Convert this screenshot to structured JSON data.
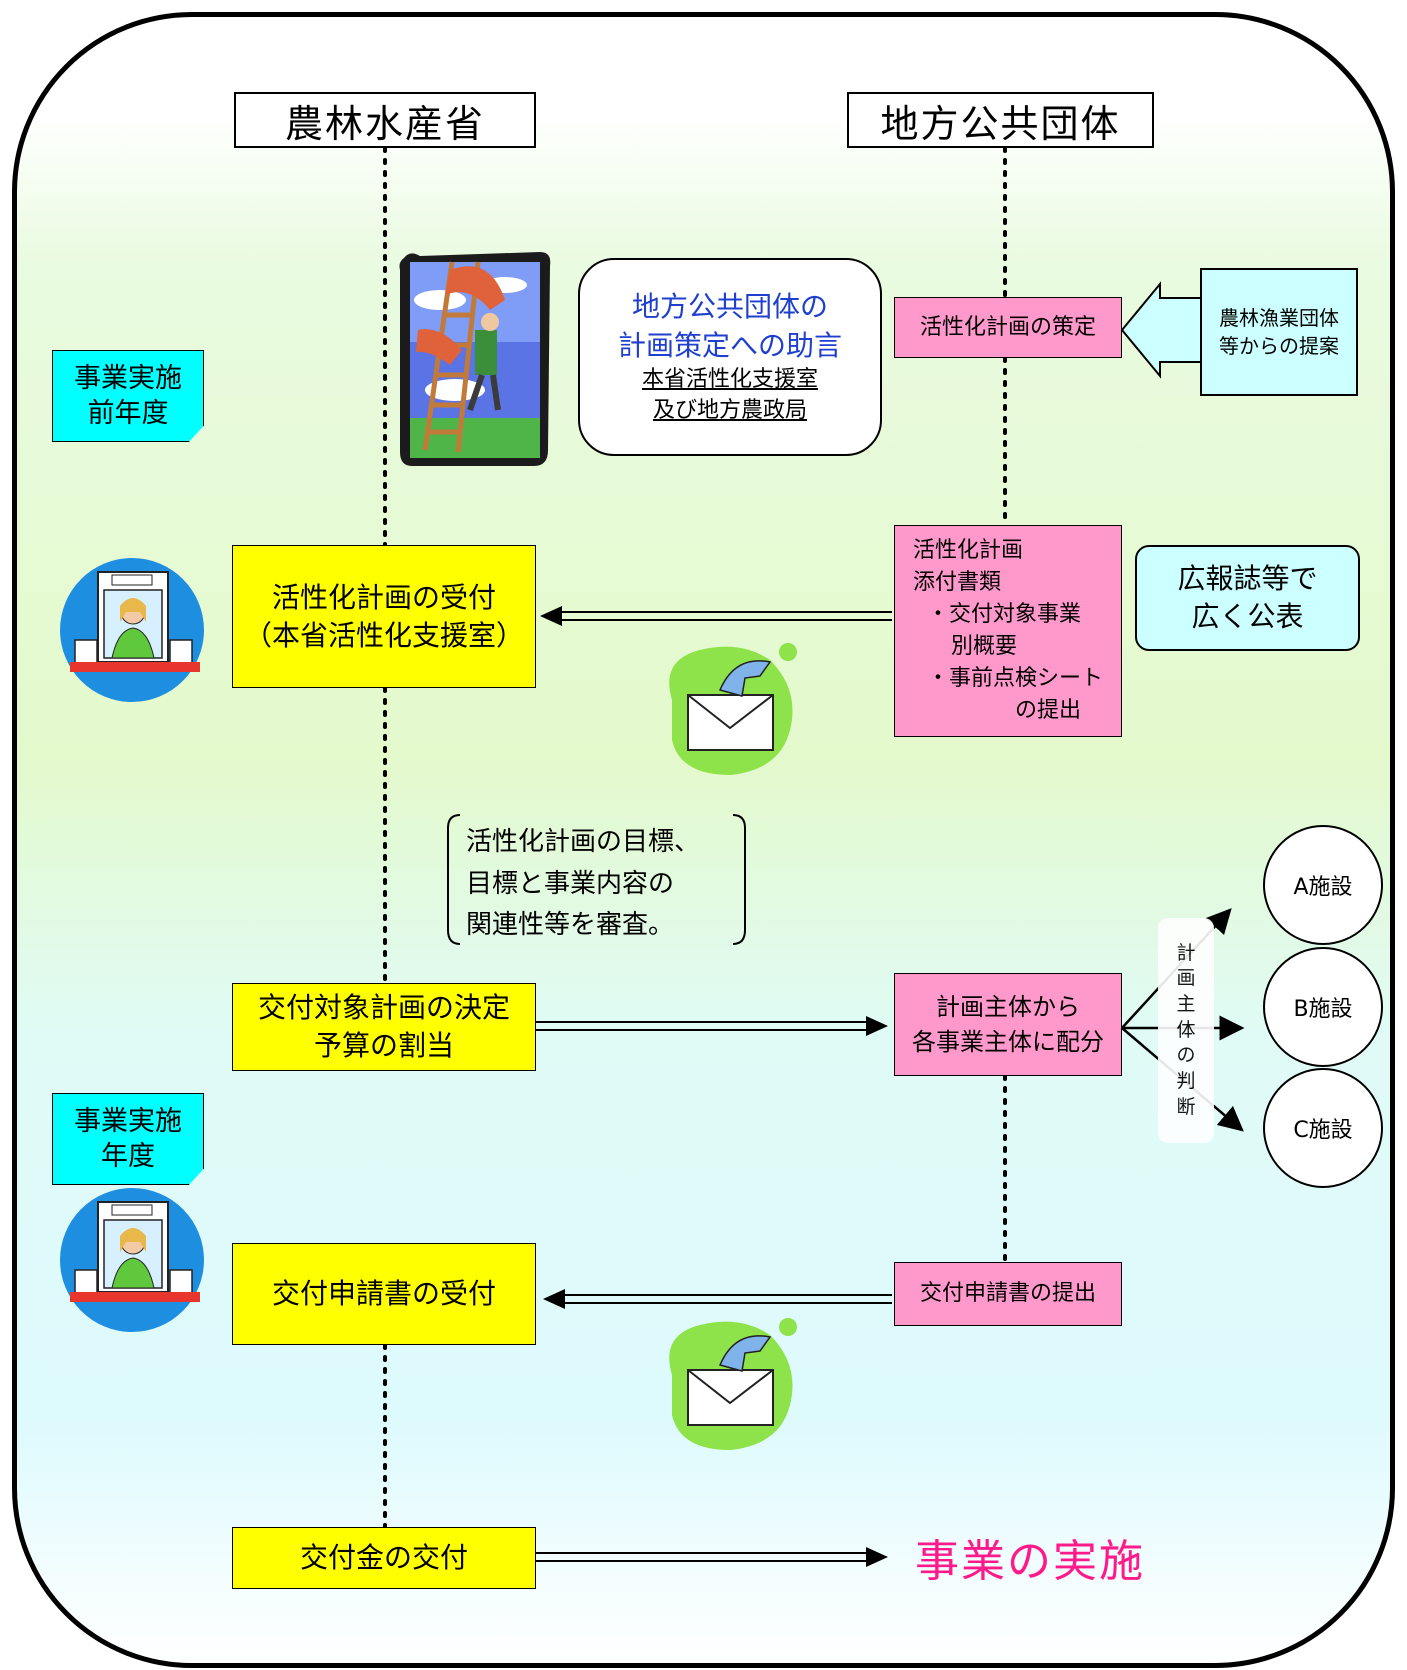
{
  "headers": {
    "ministry": "農林水産省",
    "local_gov": "地方公共団体"
  },
  "period_labels": {
    "before_line1": "事業実施",
    "before_line2": "前年度",
    "during_line1": "事業実施",
    "during_line2": "年度"
  },
  "advice": {
    "line1": "地方公共団体の",
    "line2": "計画策定への助言",
    "line3": "本省活性化支援室",
    "line4": "及び地方農政局"
  },
  "steps": {
    "plan_formulation": "活性化計画の策定",
    "proposal_line1": "農林漁業団体",
    "proposal_line2": "等からの提案",
    "submission_lines": [
      "活性化計画",
      "添付書類",
      "・交付対象事業",
      "別概要",
      "・事前点検シート",
      "の提出"
    ],
    "reception_line1": "活性化計画の受付",
    "reception_line2": "（本省活性化支援室）",
    "publicize_line1": "広報誌等で",
    "publicize_line2": "広く公表",
    "review_line1": "活性化計画の目標、",
    "review_line2": "目標と事業内容の",
    "review_line3": "関連性等を審査。",
    "decision_line1": "交付対象計画の決定",
    "decision_line2": "予算の割当",
    "distribute_line1": "計画主体から",
    "distribute_line2": "各事業主体に配分",
    "judgment_chars": [
      "計",
      "画",
      "主",
      "体",
      "の",
      "判",
      "断"
    ],
    "facility_a": "A施設",
    "facility_b": "B施設",
    "facility_c": "C施設",
    "application_reception": "交付申請書の受付",
    "application_submission": "交付申請書の提出",
    "grant_payment": "交付金の交付",
    "implementation": "事業の実施"
  },
  "colors": {
    "yellow_box": "#ffff00",
    "pink_box": "#ff99cc",
    "cyan_note": "#00ffff",
    "light_cyan": "#ccffff",
    "advice_blue": "#1f3fcf",
    "implementation_pink": "#ff1a8c"
  },
  "icons": [
    "ladder-climb-clipart-icon",
    "reception-clerk-icon",
    "mail-envelope-icon"
  ]
}
